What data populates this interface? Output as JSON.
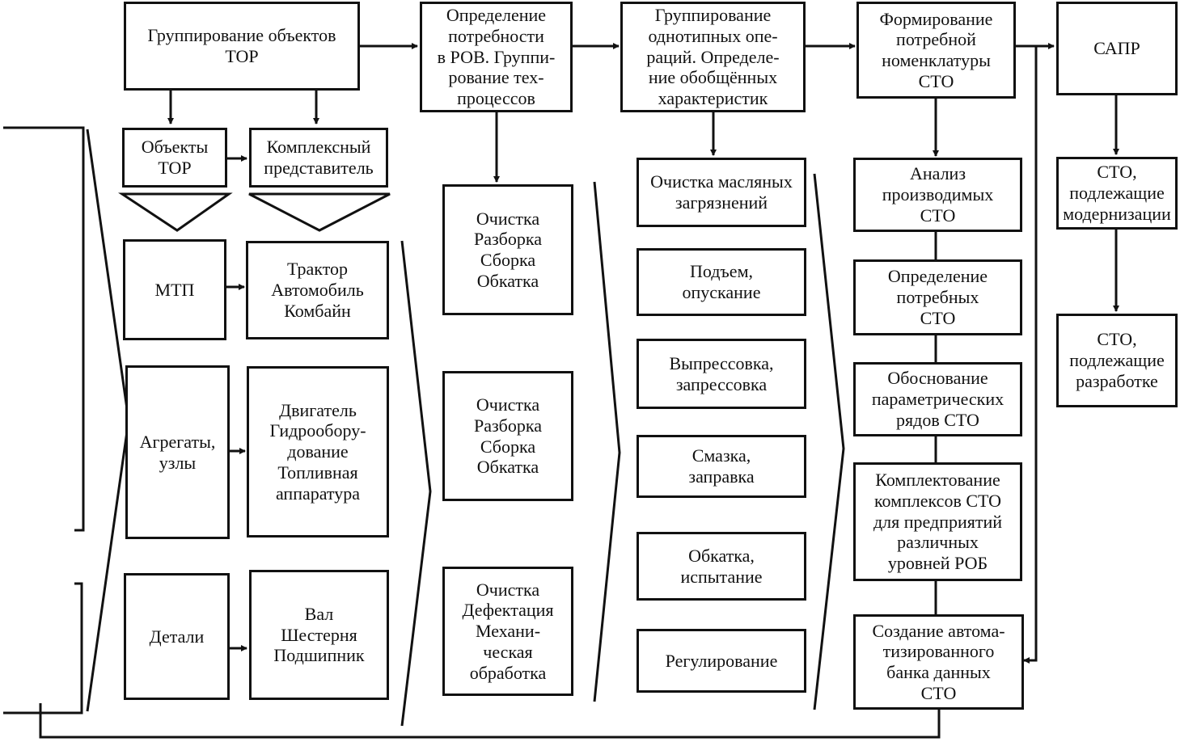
{
  "col1": {
    "grouping": "Группирование объектов\nТОР",
    "objects": "Объекты\nТОР",
    "representative": "Комплексный\nпредставитель",
    "mtp": "МТП",
    "mtp_items": "Трактор\nАвтомобиль\nКомбайн",
    "aggregates": "Агрегаты,\nузлы",
    "aggregate_items": "Двигатель\nГидрообору-\nдование\nТопливная\nаппаратура",
    "parts": "Детали",
    "part_items": "Вал\nШестерня\nПодшипник"
  },
  "col2": {
    "needs": "Определение\nпотребности\nв РОВ. Группи-\nрование тех-\nпроцессов",
    "process_1": "Очистка\nРазборка\nСборка\nОбкатка",
    "process_2": "Очистка\nРазборка\nСборка\nОбкатка",
    "process_3": "Очистка\nДефектация\nМехани-\nческая\nобработка"
  },
  "col3": {
    "grouping_ops": "Группирование\nоднотипных опе-\nраций. Определе-\nние обобщённых\nхарактеристик",
    "op_1": "Очистка масляных\nзагрязнений",
    "op_2": "Подъем,\nопускание",
    "op_3": "Выпрессовка,\nзапрессовка",
    "op_4": "Смазка,\nзаправка",
    "op_5": "Обкатка,\nиспытание",
    "op_6": "Регулирование"
  },
  "col4": {
    "nomenclature": "Формирование\nпотребной\nноменклатуры\nСТО",
    "analysis": "Анализ\nпроизводимых\nСТО",
    "needed": "Определение\nпотребных\nСТО",
    "param_rows": "Обоснование\nпараметрических\nрядов СТО",
    "complexes": "Комплектование\nкомплексов СТО\nдля предприятий\nразличных\nуровней РОБ",
    "databank": "Создание автома-\nтизированного\nбанка данных\nСТО"
  },
  "col5": {
    "cad": "САПР",
    "modernize": "СТО,\nподлежащие\nмодернизации",
    "develop": "СТО,\nподлежащие\nразработке"
  }
}
